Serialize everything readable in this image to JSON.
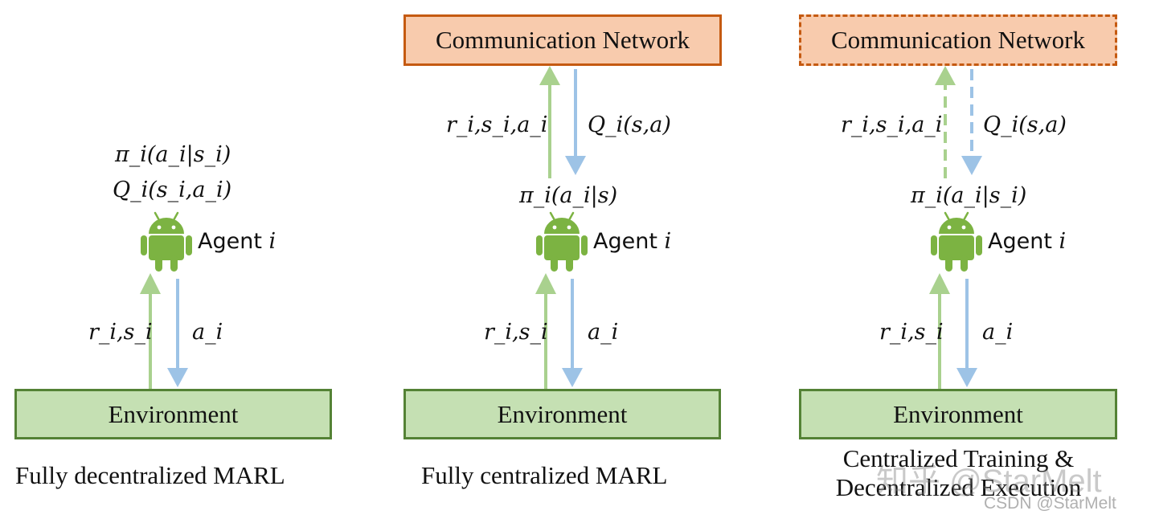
{
  "panels": [
    {
      "caption": "Fully decentralized MARL",
      "environment": "Environment",
      "agent_label": "Agent",
      "agent_index": "i",
      "policy": "π_i(a_i|s_i)",
      "qfunc": "Q_i(s_i,a_i)",
      "up_label": "r_i,s_i",
      "down_label": "a_i"
    },
    {
      "caption": "Fully centralized MARL",
      "environment": "Environment",
      "comm_network": "Communication Network",
      "agent_label": "Agent",
      "agent_index": "i",
      "policy": "π_i(a_i|s)",
      "comm_up_label": "r_i,s_i,a_i",
      "comm_down_label": "Q_i(s,a)",
      "up_label": "r_i,s_i",
      "down_label": "a_i"
    },
    {
      "caption_line1": "Centralized Training &",
      "caption_line2": "Decentralized Execution",
      "environment": "Environment",
      "comm_network": "Communication Network",
      "agent_label": "Agent",
      "agent_index": "i",
      "policy": "π_i(a_i|s_i)",
      "comm_up_label": "r_i,s_i,a_i",
      "comm_down_label": "Q_i(s,a)",
      "up_label": "r_i,s_i",
      "down_label": "a_i"
    }
  ],
  "watermark": {
    "zhihu": "知乎 @StarMelt",
    "csdn": "CSDN @StarMelt"
  },
  "colors": {
    "environment_fill": "#c5e0b3",
    "environment_border": "#548235",
    "comm_fill": "#f8cbad",
    "comm_border": "#c55a11",
    "up_arrow": "#a9d18e",
    "down_arrow": "#9dc3e6",
    "android_green": "#7cb342"
  }
}
